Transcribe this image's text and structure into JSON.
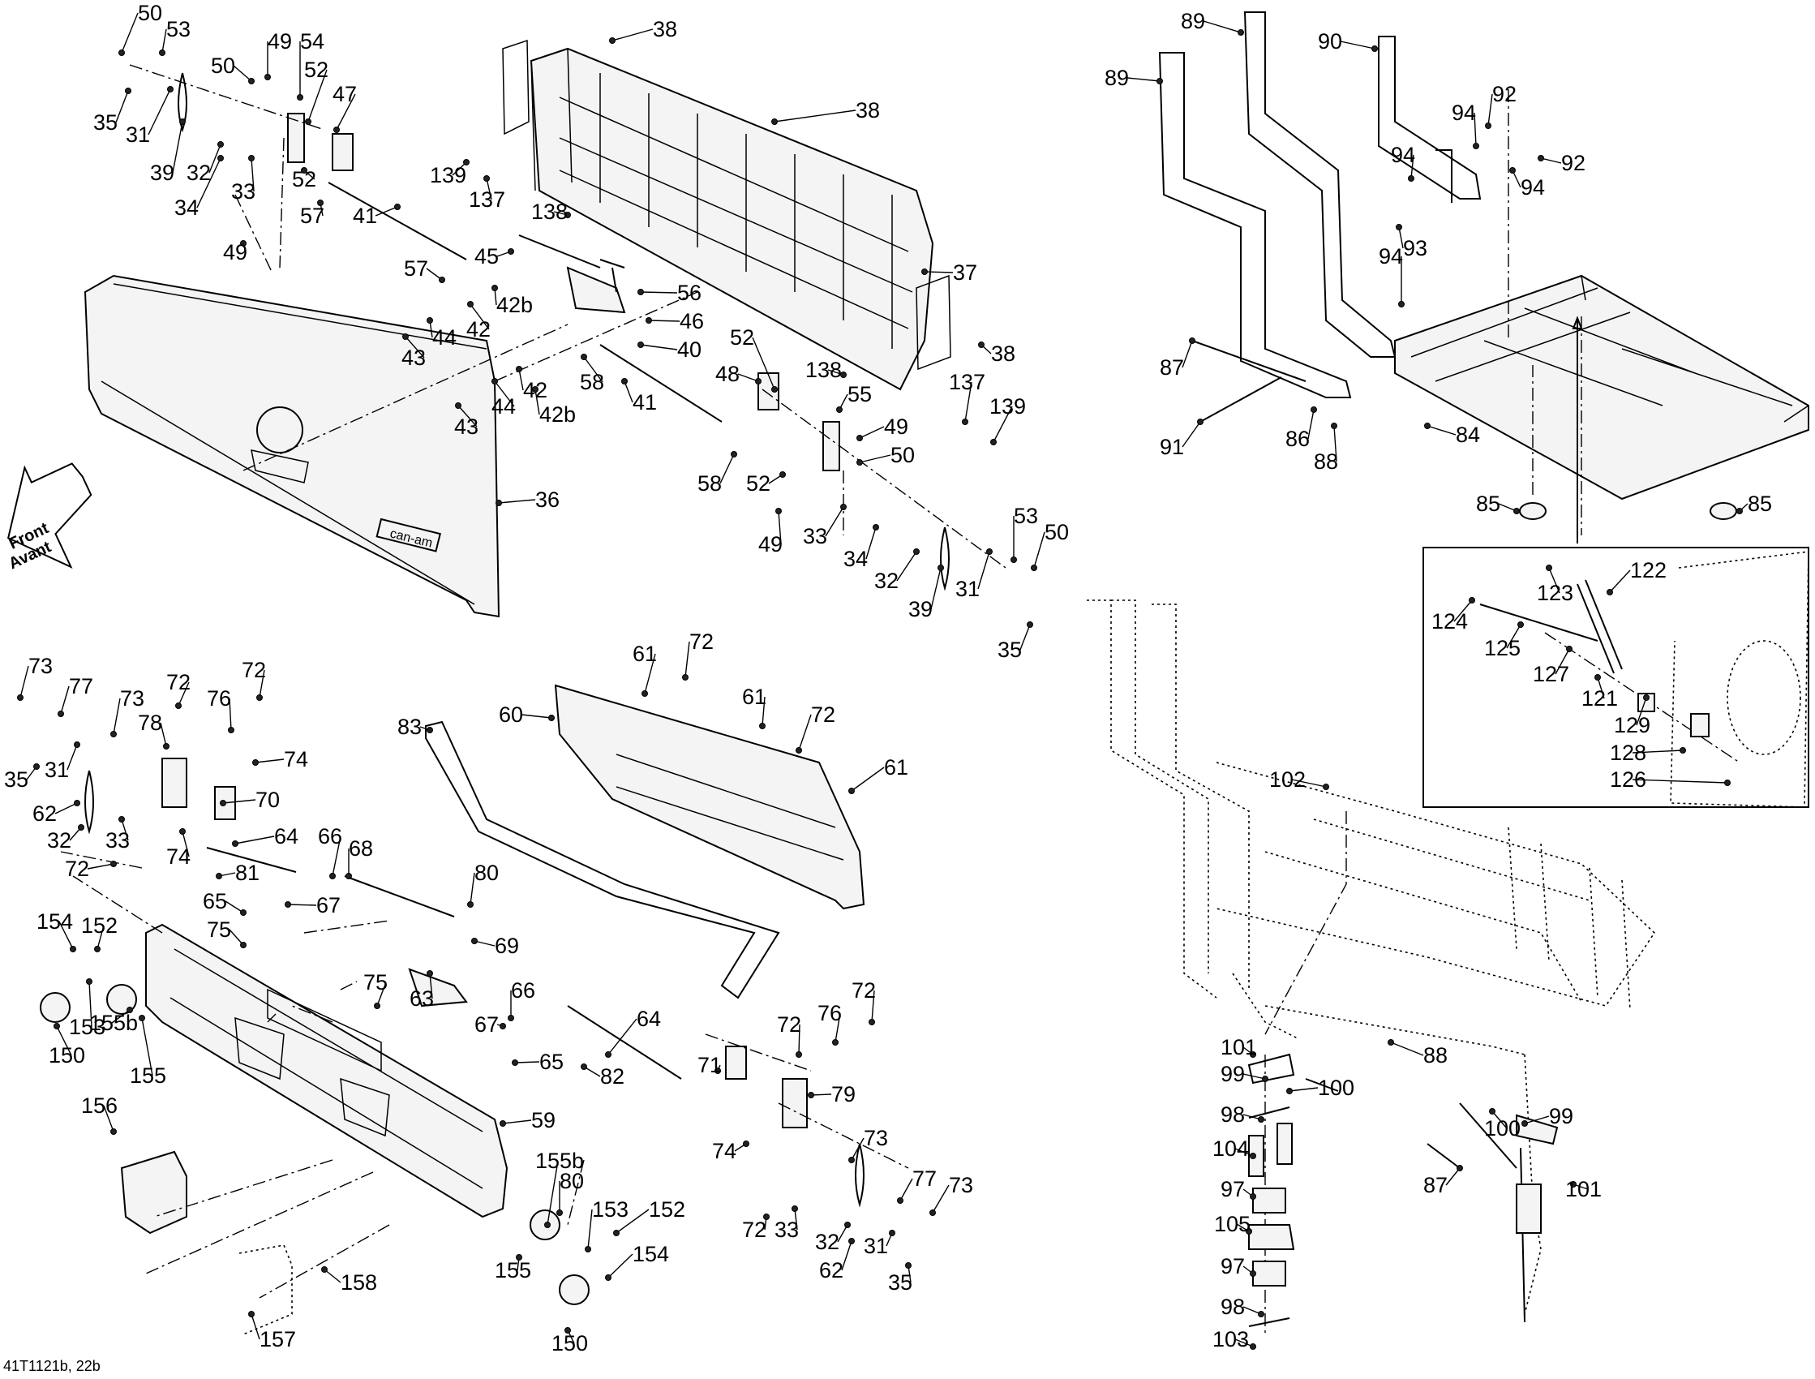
{
  "figure_code": "41T1121b, 22b",
  "direction_arrow": {
    "line1": "Front",
    "line2": "Avant"
  },
  "brand_badge": "can-am",
  "callouts": {
    "c50a": "50",
    "c53a": "53",
    "c35a": "35",
    "c31a": "31",
    "c39a": "39",
    "c32a": "32",
    "c34a": "34",
    "c33a": "33",
    "c50b": "50",
    "c49a": "49",
    "c54": "54",
    "c52a": "52",
    "c47": "47",
    "c52b": "52",
    "c57a": "57",
    "c49b": "49",
    "c41a": "41",
    "c139a": "139",
    "c137a": "137",
    "c138a": "138",
    "c38a": "38",
    "c38b": "38",
    "c37": "37",
    "c45": "45",
    "c57b": "57",
    "c42b1": "42b",
    "c56": "56",
    "c46": "46",
    "c44a": "44",
    "c42a": "42",
    "c43a": "43",
    "c40": "40",
    "c58a": "58",
    "c42c": "42",
    "c42b2": "42b",
    "c44b": "44",
    "c43b": "43",
    "c41b": "41",
    "c36": "36",
    "c52c": "52",
    "c48": "48",
    "c138b": "138",
    "c38c": "38",
    "c137b": "137",
    "c139b": "139",
    "c55": "55",
    "c49c": "49",
    "c50c": "50",
    "c58b": "58",
    "c52d": "52",
    "c49d": "49",
    "c33b": "33",
    "c34b": "34",
    "c32b": "32",
    "c39b": "39",
    "c31b": "31",
    "c53b": "53",
    "c50d": "50",
    "c35b": "35",
    "c89a": "89",
    "c89b": "89",
    "c90": "90",
    "c94a": "94",
    "c92a": "92",
    "c94b": "94",
    "c92b": "92",
    "c94c": "94",
    "c93": "93",
    "c94d": "94",
    "c87a": "87",
    "c91": "91",
    "c86": "86",
    "c88a": "88",
    "c84": "84",
    "c85a": "85",
    "c85b": "85",
    "c122": "122",
    "c123": "123",
    "c124": "124",
    "c125": "125",
    "c127": "127",
    "c121": "121",
    "c129": "129",
    "c128": "128",
    "c126": "126",
    "c102": "102",
    "c101a": "101",
    "c99a": "99",
    "c100a": "100",
    "c98a": "98",
    "c104": "104",
    "c97a": "97",
    "c105": "105",
    "c97b": "97",
    "c98b": "98",
    "c103": "103",
    "c88b": "88",
    "c100b": "100",
    "c99b": "99",
    "c87b": "87",
    "c101b": "101",
    "c73a": "73",
    "c77a": "77",
    "c73b": "73",
    "c72a": "72",
    "c76a": "76",
    "c72b": "72",
    "c35c": "35",
    "c31c": "31",
    "c78": "78",
    "c74a": "74",
    "c70": "70",
    "c62a": "62",
    "c32c": "32",
    "c33c": "33",
    "c74b": "74",
    "c64a": "64",
    "c72c": "72",
    "c66a": "66",
    "c68": "68",
    "c81": "81",
    "c65a": "65",
    "c67a": "67",
    "c154a": "154",
    "c152a": "152",
    "c75a": "75",
    "c153a": "153",
    "c150a": "150",
    "c155ba": "155b",
    "c155a": "155",
    "c75b": "75",
    "c156": "156",
    "c83": "83",
    "c60": "60",
    "c61a": "61",
    "c72d": "72",
    "c61b": "61",
    "c72e": "72",
    "c61c": "61",
    "c80a": "80",
    "c69": "69",
    "c63": "63",
    "c66b": "66",
    "c67b": "67",
    "c65b": "65",
    "c64b": "64",
    "c82": "82",
    "c72f": "72",
    "c76b": "76",
    "c71": "71",
    "c72g": "72",
    "c79": "79",
    "c73c": "73",
    "c74c": "74",
    "c59": "59",
    "c77b": "77",
    "c73d": "73",
    "c72h": "72",
    "c33d": "33",
    "c32d": "32",
    "c62b": "62",
    "c31d": "31",
    "c35d": "35",
    "c155bb": "155b",
    "c80b": "80",
    "c153b": "153",
    "c152b": "152",
    "c155b2": "155",
    "c154b": "154",
    "c150b": "150",
    "c158": "158",
    "c157": "157"
  },
  "colors": {
    "ink": "#000000",
    "paper": "#ffffff"
  }
}
